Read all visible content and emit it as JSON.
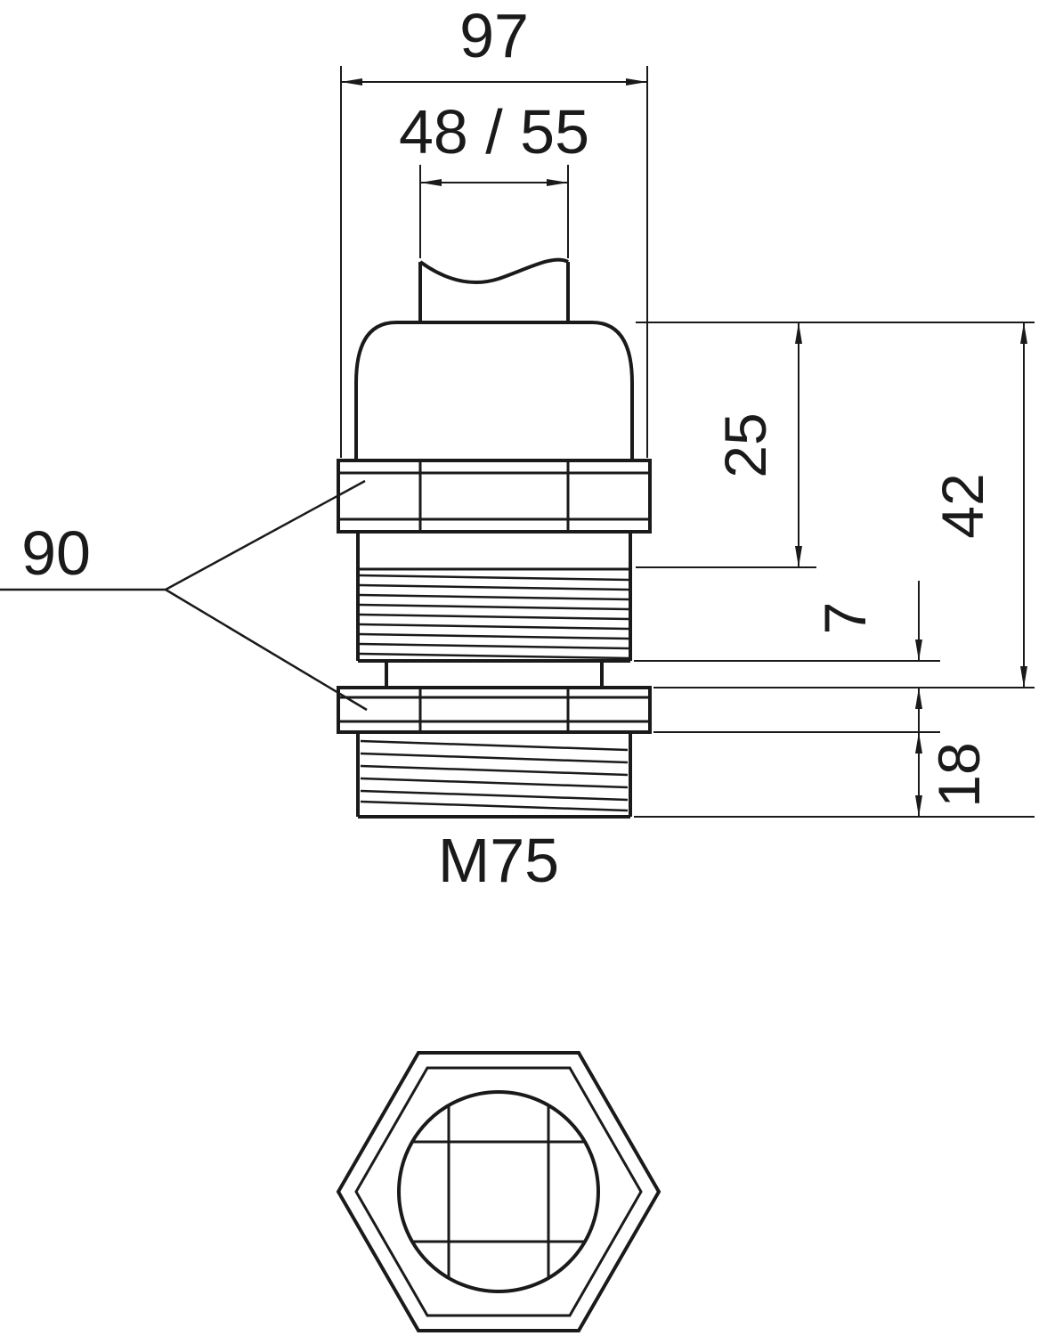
{
  "drawing": {
    "labels": {
      "overall_width": "97",
      "clamp_range": "48 / 55",
      "upper_height": "25",
      "total_height": "42",
      "gap_height": "7",
      "thread_length": "18",
      "wrench_size": "90",
      "thread_designation": "M75"
    },
    "colors": {
      "line": "#1a1a1a",
      "background": "#ffffff"
    }
  }
}
